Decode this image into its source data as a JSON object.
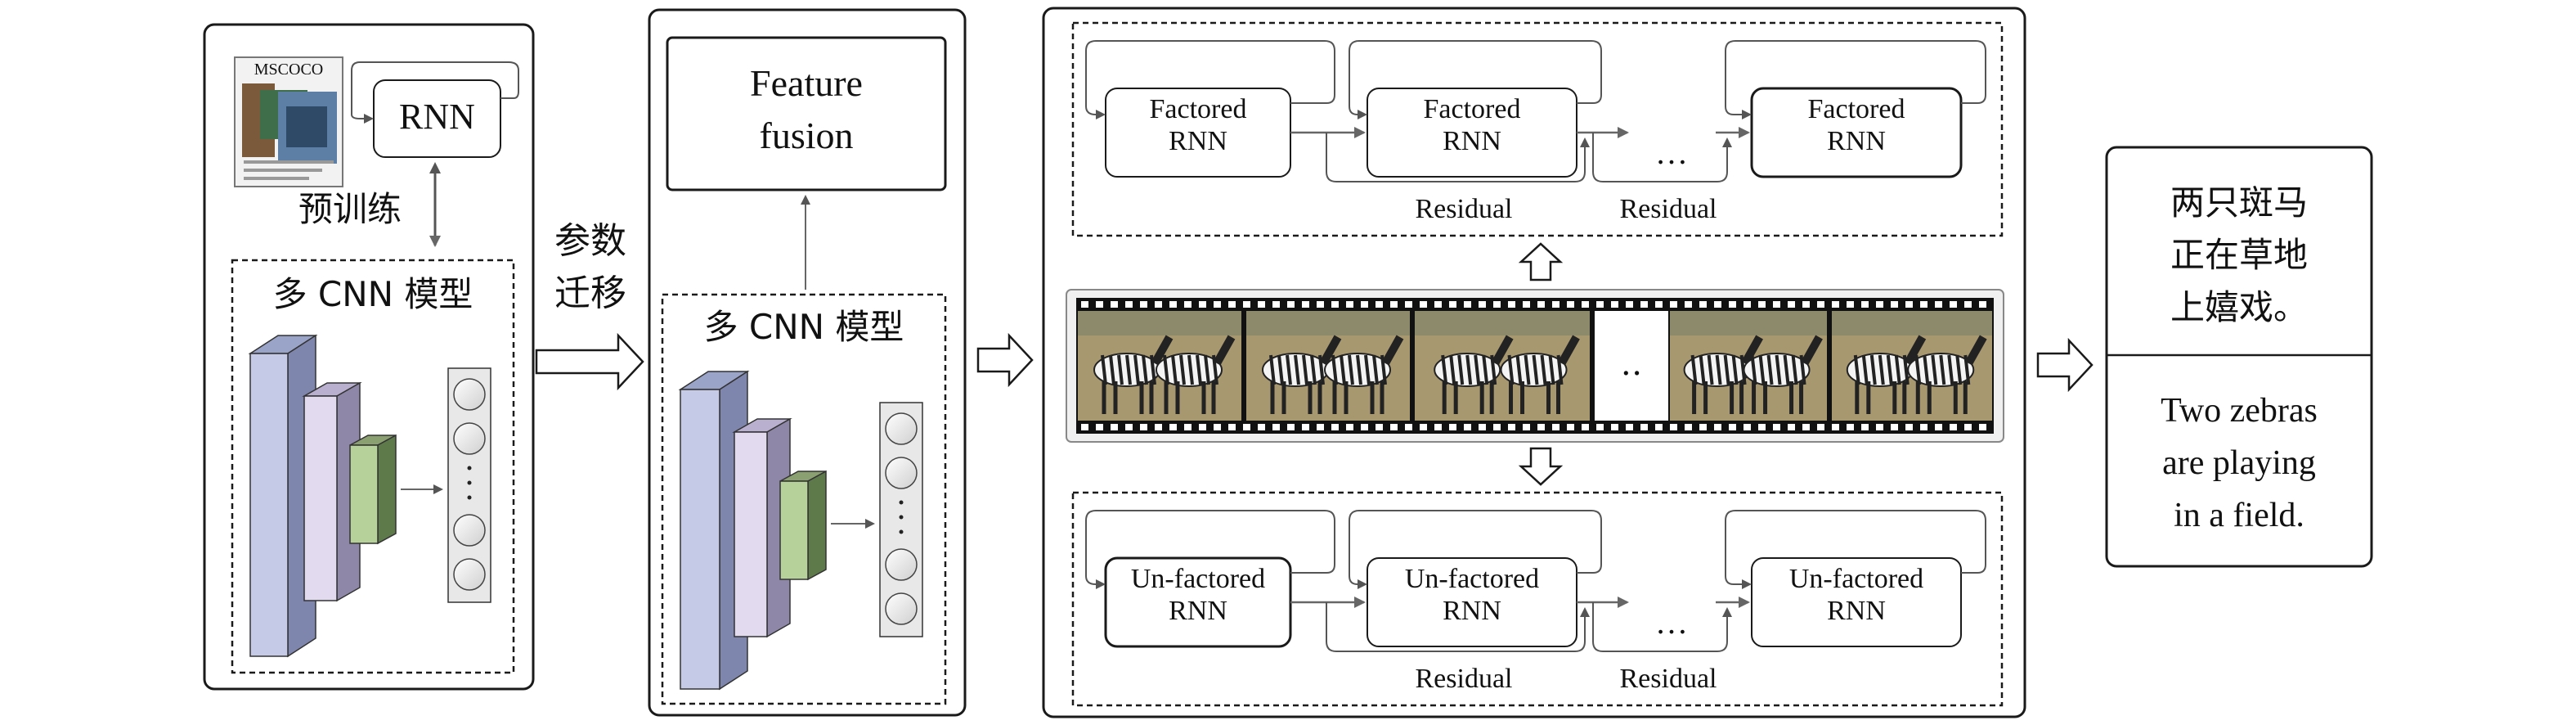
{
  "pretrain": {
    "dataset_label": "MSCOCO",
    "rnn_label": "RNN",
    "pretrain_label": "预训练",
    "multi_cnn_label": "多 CNN 模型"
  },
  "transfer": {
    "line1": "参数",
    "line2": "迁移"
  },
  "fusion": {
    "line1": "Feature",
    "line2": "fusion",
    "multi_cnn_label": "多 CNN 模型"
  },
  "decoders": {
    "factored_top": "Factored",
    "factored_bottom": "RNN",
    "unfactored_top": "Un-factored",
    "unfactored_bottom": "RNN",
    "ellipsis": "…",
    "residual_label": "Residual",
    "film_gap": "‥"
  },
  "output": {
    "zh_line1": "两只斑马",
    "zh_line2": "正在草地",
    "zh_line3": "上嬉戏。",
    "en_line1": "Two zebras",
    "en_line2": "are playing",
    "en_line3": "in a field."
  },
  "colors": {
    "stroke": "#1a1a1a",
    "arrow_gray": "#666666",
    "cnn_blue": "#c5cbe6",
    "cnn_lavender": "#e2dbef",
    "cnn_green": "#b7d19a",
    "savanna": "#a89870",
    "zebra_dark": "#222222"
  }
}
